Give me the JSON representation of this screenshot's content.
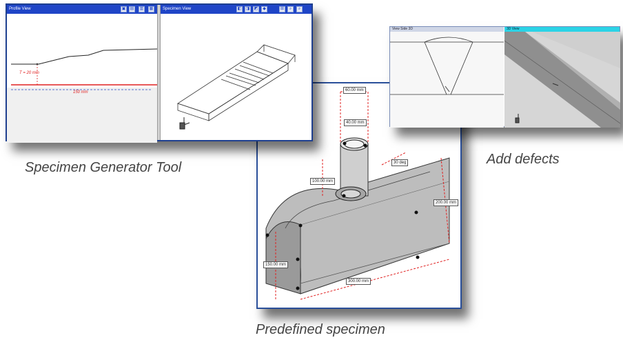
{
  "captions": {
    "generator": "Specimen Generator Tool",
    "defects": "Add defects",
    "predefined": "Predefined specimen"
  },
  "generator_window": {
    "profile_title": "Profile View",
    "specimen_title": "Specimen View",
    "thickness_label": "T = 20 mm",
    "length_label": "150 mm"
  },
  "defects_window": {
    "left_title": "View Side 3D",
    "right_title": "3D View"
  },
  "predefined_window": {
    "dims": {
      "top_diameter": "60.00 mm",
      "inner_diameter": "40.00 mm",
      "angle": "30 deg",
      "nozzle_height": "100.00 mm",
      "right_height": "200.00 mm",
      "left_height": "150.00 mm",
      "length": "300.00 mm"
    }
  },
  "colors": {
    "title_blue": "#1f45c7",
    "dimension_red": "#e02020",
    "frame_navy": "#1e3f8f"
  },
  "icons": [
    "toolbar-icon",
    "zoom-icon",
    "axes-icon",
    "view-icon"
  ]
}
